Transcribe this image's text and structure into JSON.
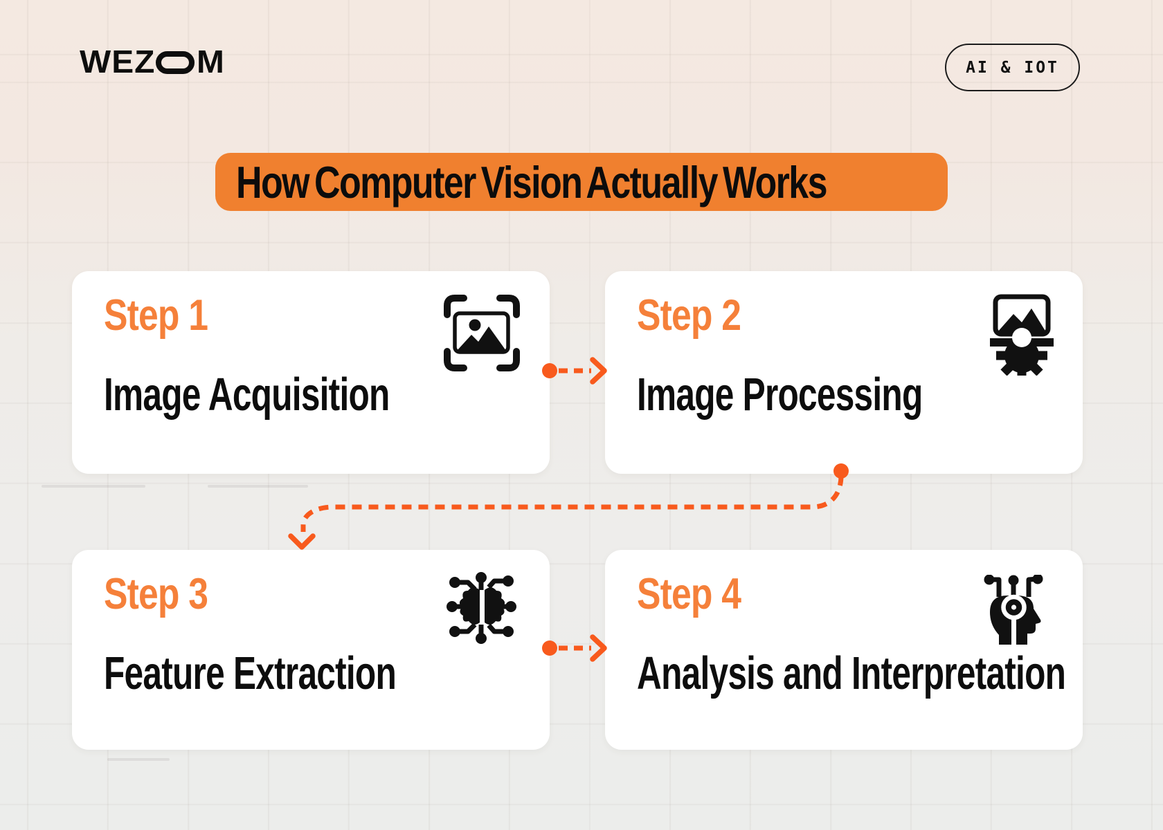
{
  "header": {
    "logo": {
      "prefix": "WEZ",
      "suffix": "M"
    },
    "badge_label": "AI & IOT"
  },
  "title": "How Computer Vision Actually Works",
  "steps": [
    {
      "label": "Step 1",
      "name": "Image Acquisition",
      "icon": "image-scan-icon"
    },
    {
      "label": "Step 2",
      "name": "Image Processing",
      "icon": "image-gear-icon"
    },
    {
      "label": "Step 3",
      "name": "Feature Extraction",
      "icon": "brain-circuit-icon"
    },
    {
      "label": "Step 4",
      "name": "Analysis and Interpretation",
      "icon": "head-circuit-icon"
    }
  ],
  "flow": [
    "Step 1 -> Step 2",
    "Step 2 -> Step 3",
    "Step 3 -> Step 4"
  ],
  "colors": {
    "banner_orange": "#f0802f",
    "step_label_orange": "#f5803a",
    "connector_orange": "#f85a1d",
    "card_background": "#ffffff",
    "text_black": "#0d0d0d",
    "background_top": "#f4e9e1",
    "background_bottom": "#ecedeb"
  }
}
